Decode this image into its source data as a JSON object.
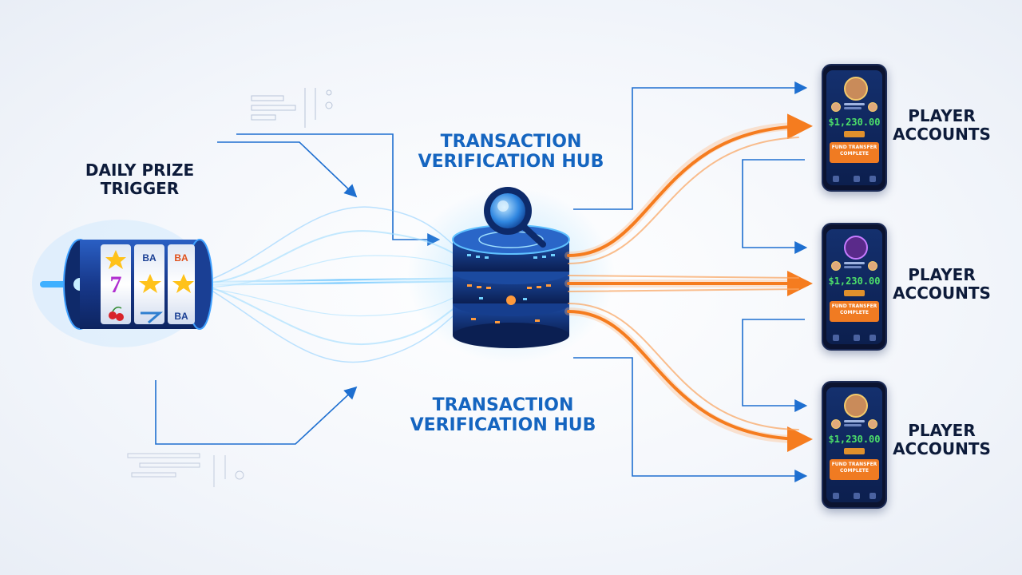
{
  "trigger": {
    "label_line1": "DAILY PRIZE",
    "label_line2": "TRIGGER"
  },
  "slot_symbols": [
    "BA",
    "BA",
    "7",
    "BA"
  ],
  "hub_top": {
    "label_line1": "TRANSACTION",
    "label_line2": "VERIFICATION HUB"
  },
  "hub_bottom": {
    "label_line1": "TRANSACTION",
    "label_line2": "VERIFICATION HUB"
  },
  "players": [
    {
      "label_line1": "PLAYER",
      "label_line2": "ACCOUNTS",
      "balance": "$1,230.00",
      "status_line1": "FUND TRANSFER",
      "status_line2": "COMPLETE"
    },
    {
      "label_line1": "PLAYER",
      "label_line2": "ACCOUNTS",
      "balance": "$1,230.00",
      "status_line1": "FUND TRANSFER",
      "status_line2": "COMPLETE"
    },
    {
      "label_line1": "PLAYER",
      "label_line2": "ACCOUNTS",
      "balance": "$1,230.00",
      "status_line1": "FUND TRANSFER",
      "status_line2": "COMPLETE"
    }
  ],
  "colors": {
    "flow_blue": "#1e88e5",
    "flow_orange": "#f57c1f",
    "label_dark": "#0d1b3a",
    "label_blue": "#1565c0"
  },
  "icons": {
    "hub_icon": "magnifier-icon",
    "trigger_icon": "slot-machine-icon",
    "player_icon": "smartphone-icon"
  }
}
